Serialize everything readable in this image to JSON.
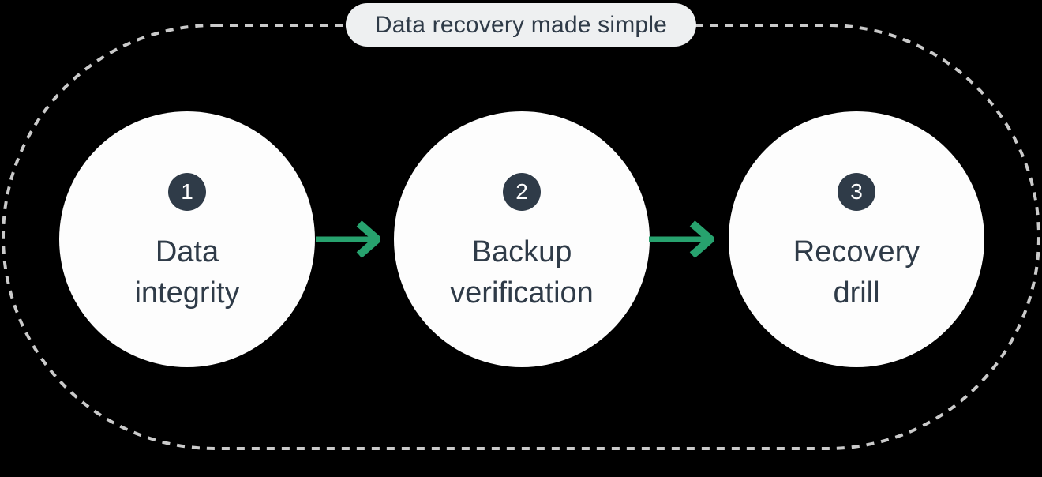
{
  "title": {
    "label": "Data recovery made simple"
  },
  "steps": [
    {
      "number": "1",
      "lines": [
        "Data",
        "integrity"
      ]
    },
    {
      "number": "2",
      "lines": [
        "Backup",
        "verification"
      ]
    },
    {
      "number": "3",
      "lines": [
        "Recovery",
        "drill"
      ]
    }
  ],
  "icons": {
    "connector": "arrow-right-icon"
  },
  "colors": {
    "background": "#000000",
    "dash_gray": "#cacaca",
    "circle_white": "#fdfdfd",
    "pill_bg": "#eef0f1",
    "text_dark": "#2f3b48",
    "badge_dark": "#2f3b48",
    "badge_text": "#ffffff",
    "arrow_green": "#27a26e"
  }
}
